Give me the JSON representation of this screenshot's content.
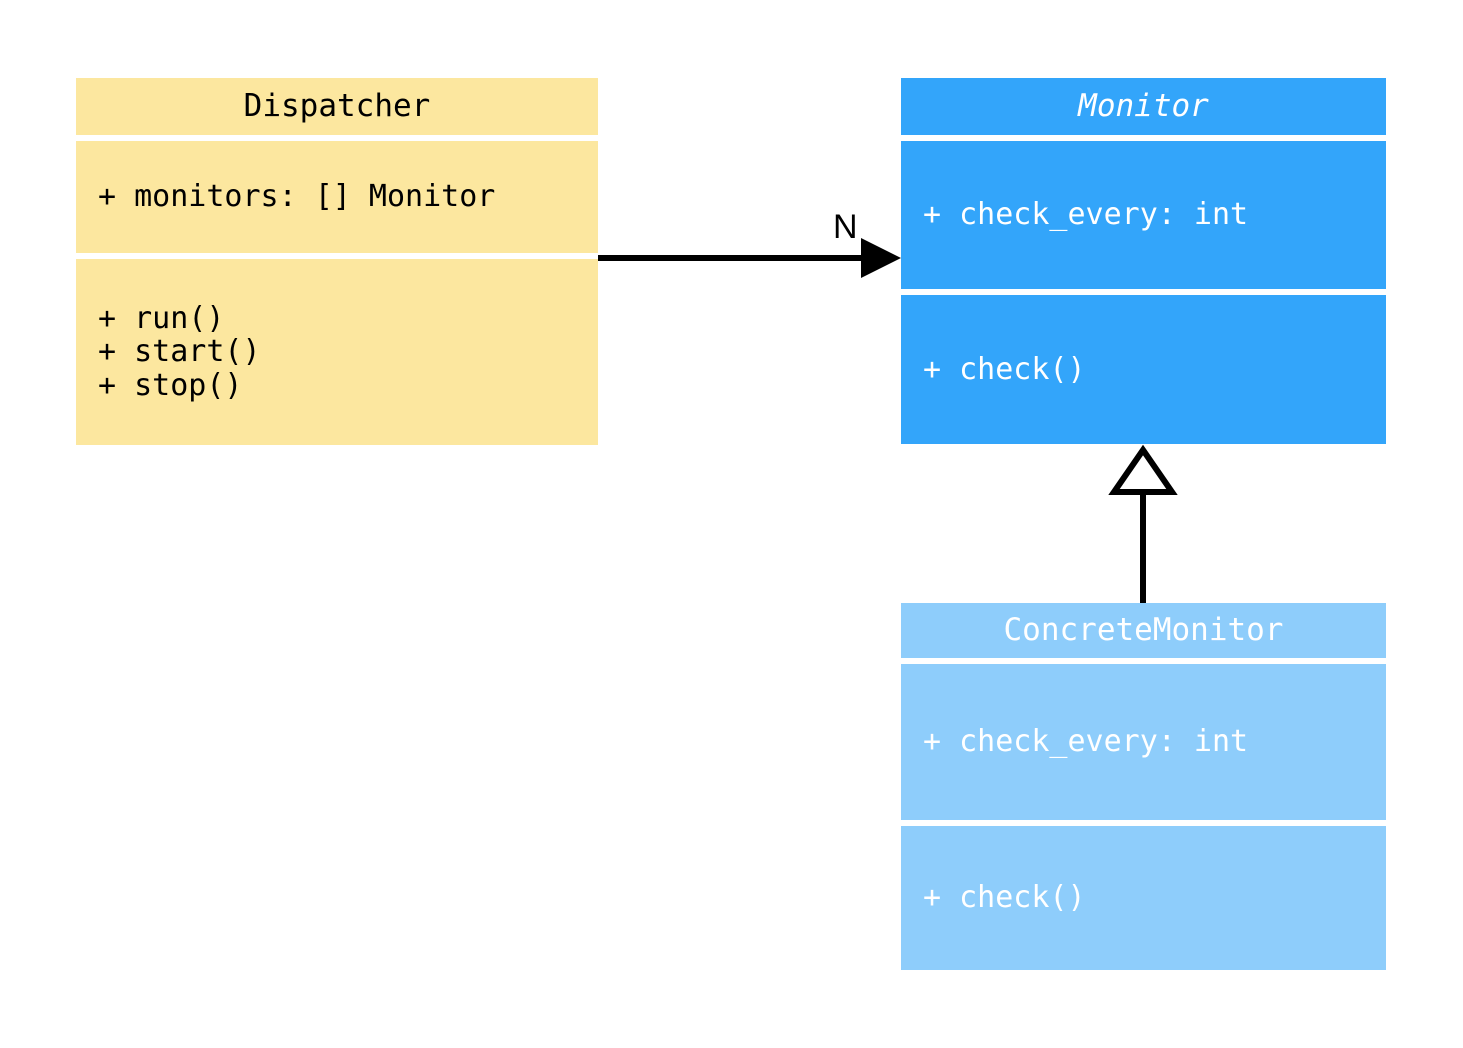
{
  "diagram": {
    "type": "uml-class-diagram",
    "background_color": "#ffffff"
  },
  "classes": [
    {
      "id": "dispatcher",
      "name": "Dispatcher",
      "abstract": false,
      "fill_color": "#fce79f",
      "text_color": "#000000",
      "attributes": [
        "+ monitors: [] Monitor"
      ],
      "operations": [
        "+ run()",
        "+ start()",
        "+ stop()"
      ]
    },
    {
      "id": "monitor",
      "name": "Monitor",
      "abstract": true,
      "fill_color": "#33a5fa",
      "text_color": "#ffffff",
      "attributes": [
        "+ check_every: int"
      ],
      "operations": [
        "+ check()"
      ]
    },
    {
      "id": "concrete_monitor",
      "name": "ConcreteMonitor",
      "abstract": false,
      "fill_color": "#8ecdfb",
      "text_color": "#ffffff",
      "attributes": [
        "+ check_every: int"
      ],
      "operations": [
        "+ check()"
      ]
    }
  ],
  "relationships": [
    {
      "id": "dispatcher_to_monitor",
      "kind": "association",
      "from": "Dispatcher",
      "to": "Monitor",
      "arrowhead": "filled-open-arrow",
      "multiplicity_label": "N",
      "line_color": "#000000"
    },
    {
      "id": "concrete_monitor_to_monitor",
      "kind": "generalization",
      "from": "ConcreteMonitor",
      "to": "Monitor",
      "arrowhead": "hollow-triangle",
      "multiplicity_label": "",
      "line_color": "#000000"
    }
  ]
}
